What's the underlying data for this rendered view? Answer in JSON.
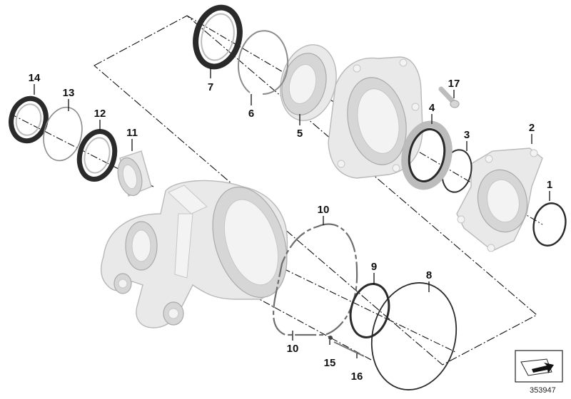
{
  "diagram": {
    "document_number": "353947",
    "callouts": [
      {
        "id": "c1",
        "label": "1"
      },
      {
        "id": "c2",
        "label": "2"
      },
      {
        "id": "c3",
        "label": "3"
      },
      {
        "id": "c4",
        "label": "4"
      },
      {
        "id": "c5",
        "label": "5"
      },
      {
        "id": "c6",
        "label": "6"
      },
      {
        "id": "c7",
        "label": "7"
      },
      {
        "id": "c8",
        "label": "8"
      },
      {
        "id": "c9",
        "label": "9"
      },
      {
        "id": "c10a",
        "label": "10"
      },
      {
        "id": "c10b",
        "label": "10"
      },
      {
        "id": "c11",
        "label": "11"
      },
      {
        "id": "c12",
        "label": "12"
      },
      {
        "id": "c13",
        "label": "13"
      },
      {
        "id": "c14",
        "label": "14"
      },
      {
        "id": "c15",
        "label": "15"
      },
      {
        "id": "c16",
        "label": "16"
      },
      {
        "id": "c17",
        "label": "17"
      }
    ],
    "icons": {
      "direction_badge": "direction-arrow-icon"
    },
    "colors": {
      "part_fill": "#e9e9e9",
      "part_outline": "#b9b9b9",
      "seal_black": "#2a2a2a",
      "line": "#111111"
    }
  }
}
